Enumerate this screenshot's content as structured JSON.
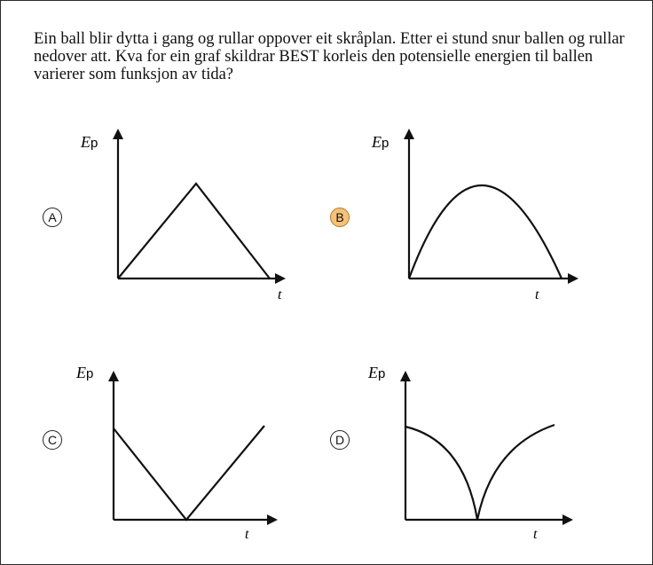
{
  "question": {
    "text": "Ein ball blir dytta i gang og rullar oppover eit skråplan. Etter ei stund snur ballen og rullar nedover att. Kva for ein graf skildrar BEST korleis den potensielle energien til ballen varierer som funksjon av tida?"
  },
  "options": [
    {
      "letter": "A",
      "selected": false,
      "curve": "triangle-peak"
    },
    {
      "letter": "B",
      "selected": true,
      "curve": "parabola-peak"
    },
    {
      "letter": "C",
      "selected": false,
      "curve": "v-shape"
    },
    {
      "letter": "D",
      "selected": false,
      "curve": "cusp-dip"
    }
  ],
  "axes": {
    "y_label_symbol": "E",
    "y_label_subscript": "p",
    "x_label": "t"
  },
  "colors": {
    "selected_fill": "#f6c27a",
    "line": "#111111"
  }
}
